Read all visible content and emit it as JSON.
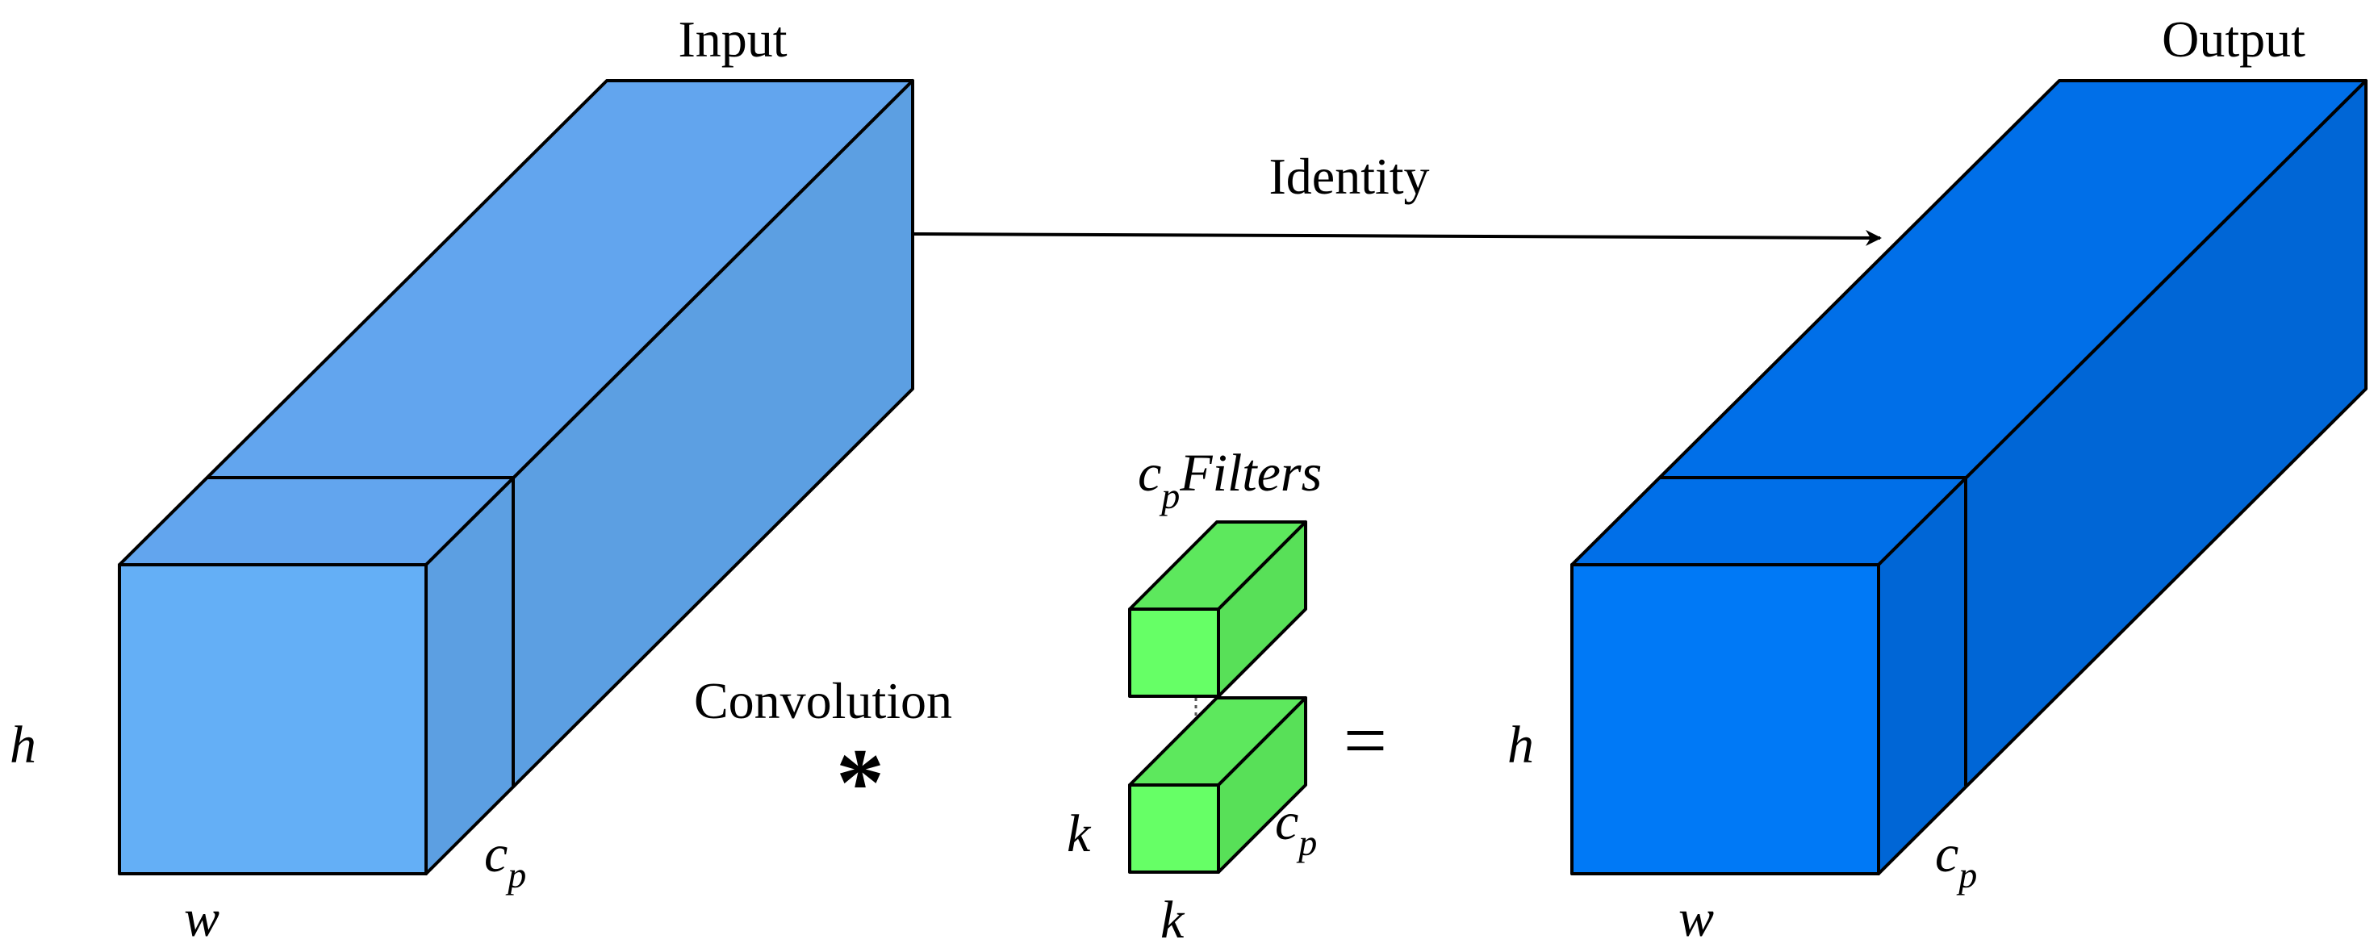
{
  "labels": {
    "input": "Input",
    "output": "Output",
    "identity": "Identity",
    "convolution": "Convolution",
    "operator": "*",
    "equals": "=",
    "filters_base": "c",
    "filters_sub": "p",
    "filters_word": "Filters",
    "input_h": "h",
    "input_w": "w",
    "input_c_base": "c",
    "input_c_sub": "p",
    "output_h": "h",
    "output_w": "w",
    "output_c_base": "c",
    "output_c_sub": "p",
    "filter_k_side": "k",
    "filter_k_bottom": "k",
    "filter_c_base": "c",
    "filter_c_sub": "p"
  },
  "colors": {
    "input_front": "#64aff6",
    "input_top": "#62a5ee",
    "input_side": "#5c9fe2",
    "output_front": "#0079f6",
    "output_top": "#006fe8",
    "output_side": "#0066d6",
    "filter_front": "#66ff66",
    "filter_top": "#5de85d",
    "filter_side": "#58e058",
    "stroke": "#000000"
  }
}
